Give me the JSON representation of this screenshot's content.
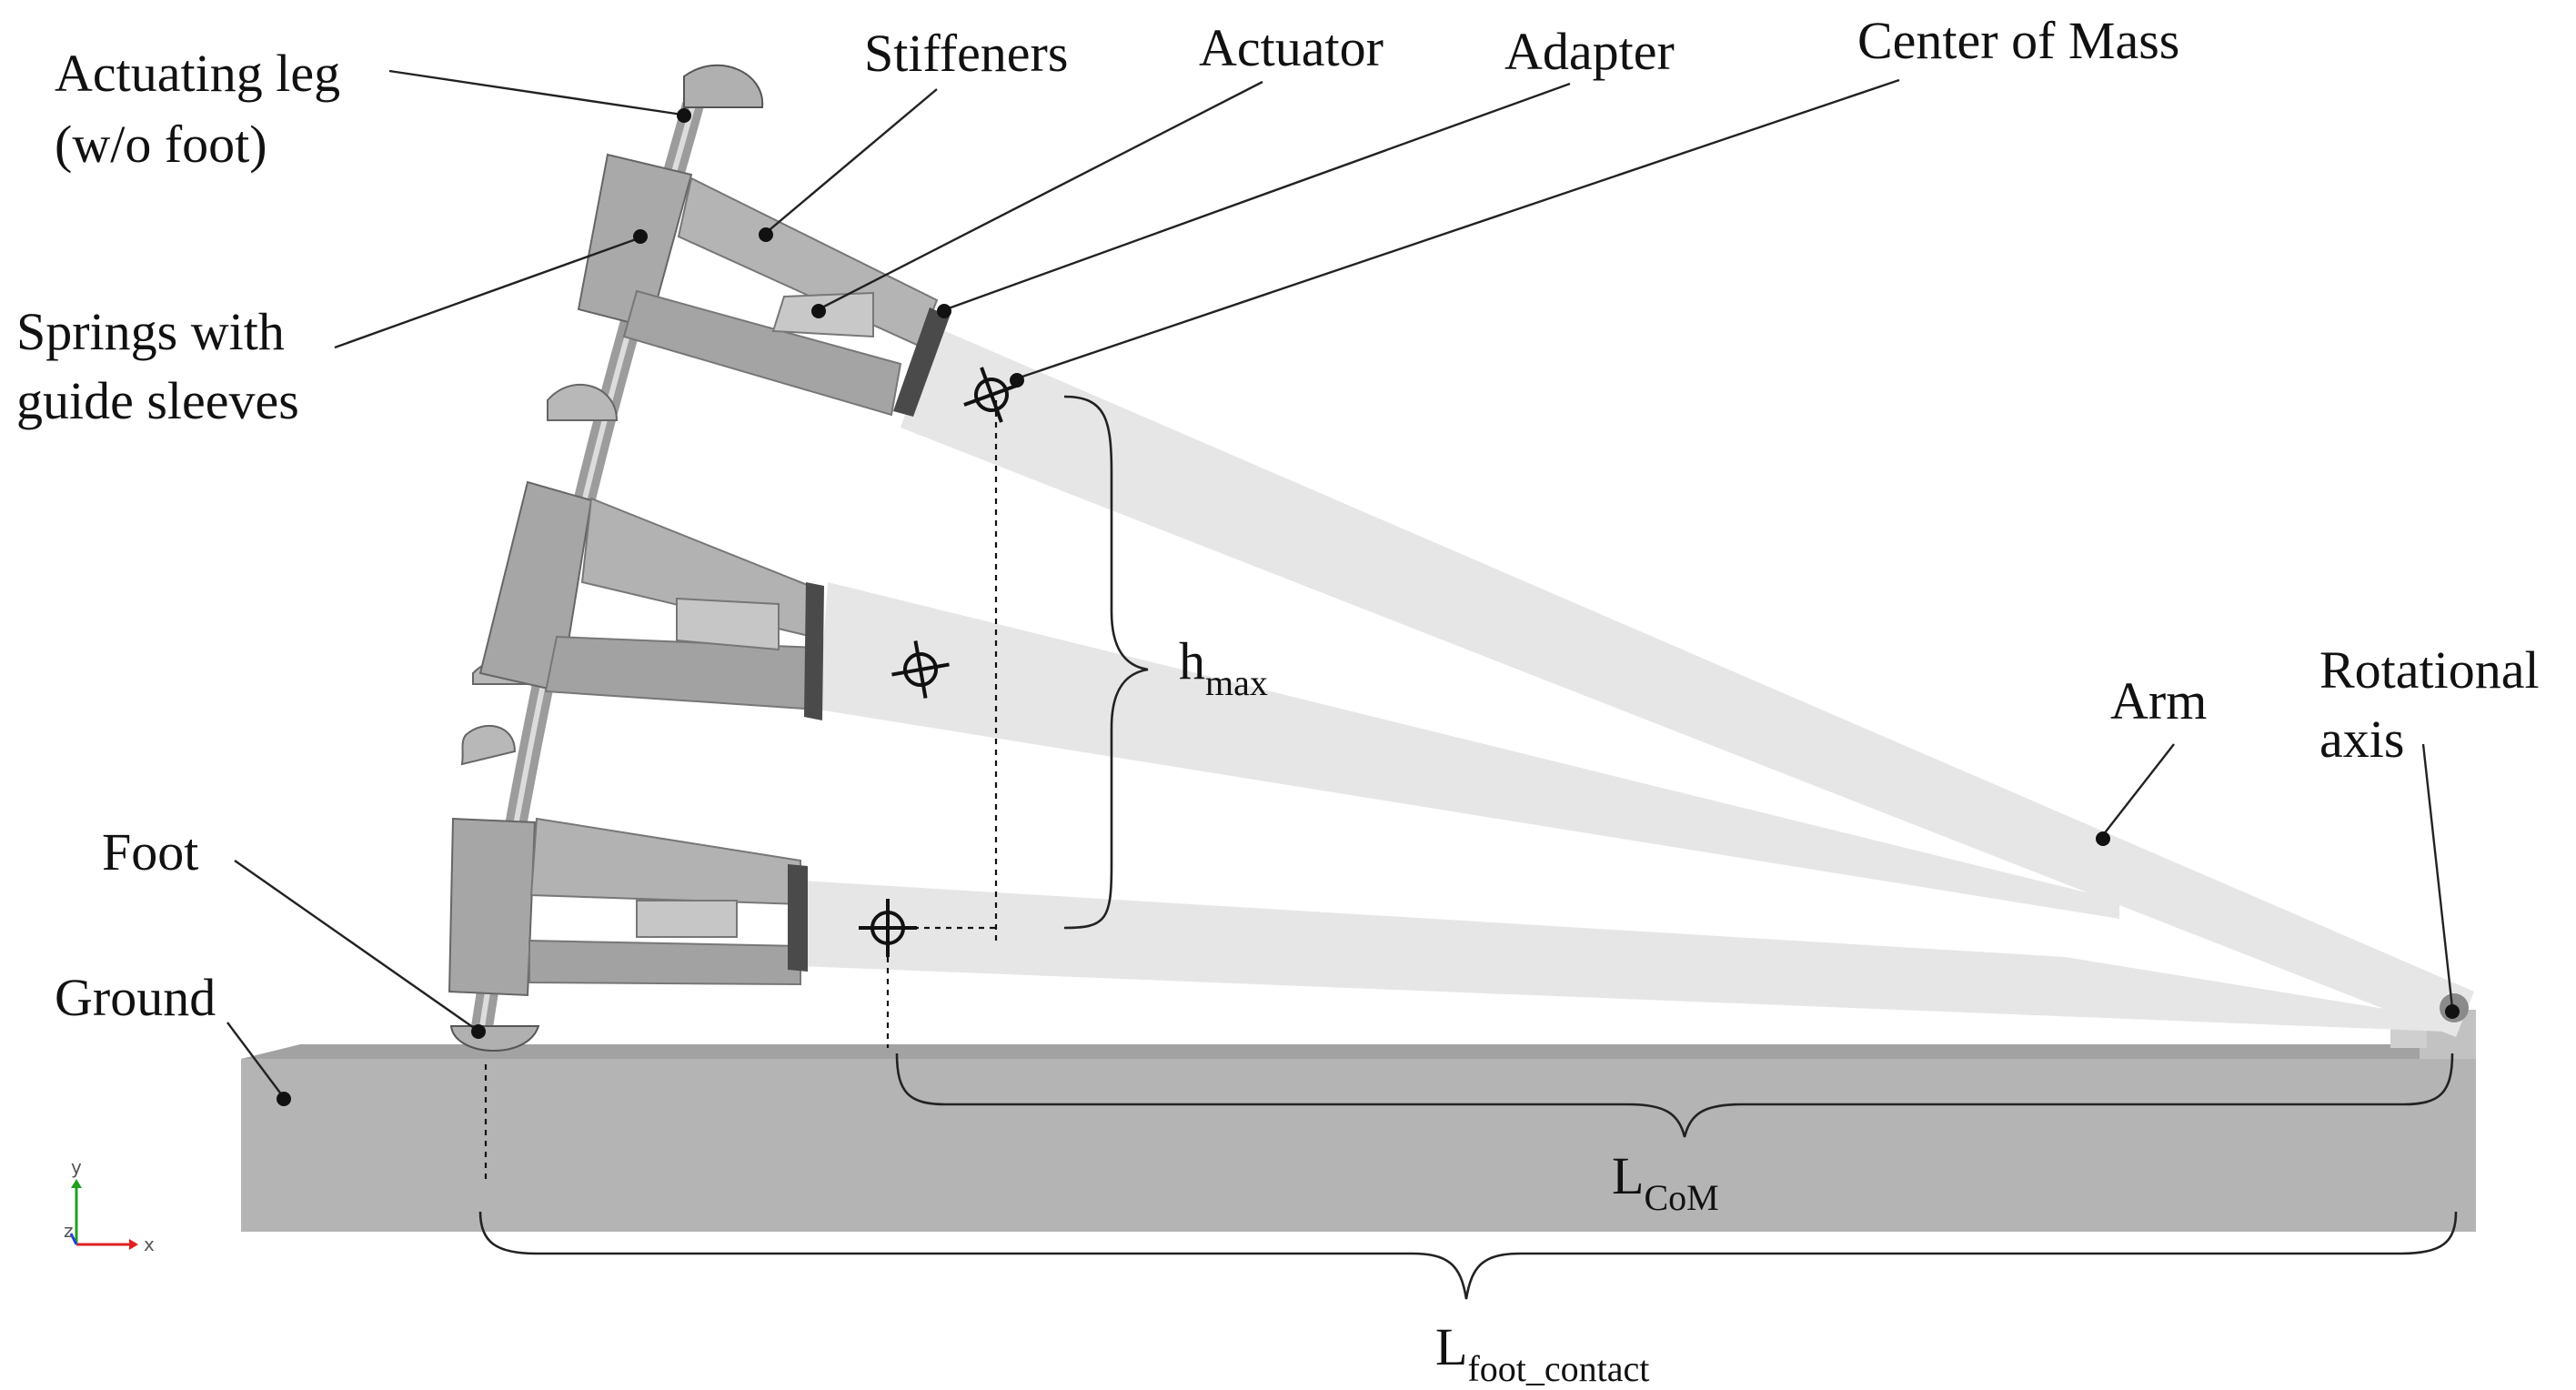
{
  "labels": {
    "actuating_leg_line1": "Actuating leg",
    "actuating_leg_line2": "(w/o foot)",
    "stiffeners": "Stiffeners",
    "actuator": "Actuator",
    "adapter": "Adapter",
    "center_of_mass": "Center of Mass",
    "springs_line1": "Springs with",
    "springs_line2": "guide sleeves",
    "foot": "Foot",
    "ground": "Ground",
    "arm": "Arm",
    "rotational_axis_line1": "Rotational",
    "rotational_axis_line2": "axis"
  },
  "dimensions": {
    "h_main": "h",
    "h_sub": "max",
    "lcom_main": "L",
    "lcom_sub": "CoM",
    "lfoot_main": "L",
    "lfoot_sub": "foot_contact"
  },
  "axes_triad": {
    "y": "y",
    "x": "x",
    "z": "z"
  },
  "colors": {
    "ground_front": "#b4b4b4",
    "ground_top": "#a2a2a2",
    "arm": "#e6e6e6",
    "structure": "#a9a9a9",
    "structure_dark": "#5a5a5a",
    "axis_x": "#e02020",
    "axis_y": "#20a020",
    "axis_z": "#2040e0"
  }
}
